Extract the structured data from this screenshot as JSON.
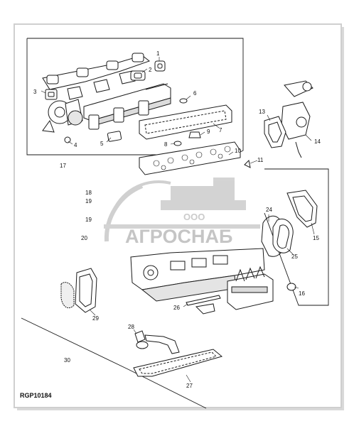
{
  "figure_code": "RGP10184",
  "watermark": {
    "small_text": "ООО",
    "brand_text": "АГРОСНАБ",
    "logo_icon": "tractor-gear-logo-icon",
    "color": "#c8c8c8"
  },
  "callouts": [
    "1",
    "2",
    "3",
    "4",
    "5",
    "6",
    "7",
    "8",
    "9",
    "10",
    "11",
    "13",
    "14",
    "15",
    "17",
    "18",
    "19",
    "19",
    "20",
    "24",
    "25",
    "26",
    "16",
    "28",
    "29",
    "30",
    "27"
  ],
  "colors": {
    "line": "#1a1a1a",
    "frame_shadow": "#cfcfcf",
    "background": "#ffffff"
  }
}
